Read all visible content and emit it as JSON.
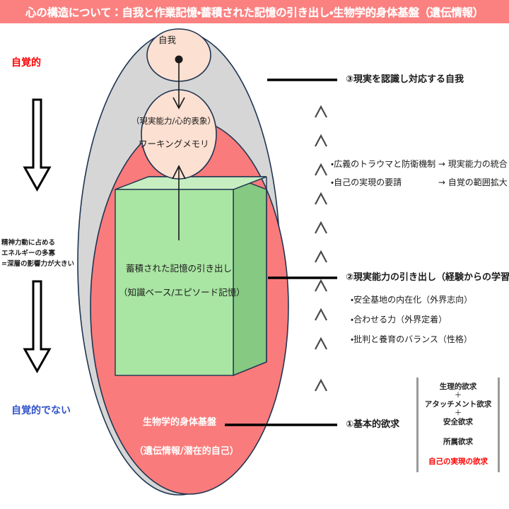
{
  "title": {
    "text": "心の構造について：自我と作業記憶・蓄積された記憶の引き出し・生物学的身体基盤（遺伝情報）",
    "bg_color": "#FB8080",
    "text_color": "#FFFFFF"
  },
  "left_axis": {
    "top_label": "自覚的",
    "top_label_color": "#FF0000",
    "bottom_label": "自覚的でない",
    "bottom_label_color": "#3355CC",
    "energy_note": "精神力動に占める\nエネルギーの多寡\n=深層の影響力が大きい",
    "energy_lines": [
      "精神力動に占める",
      "エネルギーの多寡",
      "=深層の影響力が大きい"
    ],
    "arrow_icon": "hollow-down-arrow"
  },
  "diagram": {
    "outer_ellipse_color": "#D6D6D6",
    "id_ellipse_color": "#FA7B7B",
    "ego_ellipse_color": "#FCE0D2",
    "memory_cube_front_color": "#A9E5A3",
    "memory_cube_top_color": "#C6EEC1",
    "memory_cube_side_color": "#86C983",
    "stroke_color": "#1F3552",
    "ego": {
      "label": "自我",
      "node_icon": "filled-dot"
    },
    "working_memory": {
      "line1": "（現実能力/心的表象）",
      "line2": "ワーキングメモリ"
    },
    "memory_store": {
      "line1": "蓄積された記憶の引き出し",
      "line2": "（知識ベース/エピソード記憶）"
    },
    "biological_base": {
      "line1": "生物学的身体基盤",
      "line2": "（遺伝情報/潜在的自己）"
    }
  },
  "annotations": {
    "chevron_glyph": "∧",
    "chevron_count": 10,
    "item3": {
      "label": "③現実を認識し対応する自我",
      "bullets": [
        "・広義のトラウマと防衛機制 → 現実能力の統合",
        "・自己の実現の要請　　　　 → 自覚の範囲拡大"
      ],
      "bullet1": "・広義のトラウマと防衛機制 → 現実能力の統合",
      "bullet2": "・自己の実現の要請　　　　 → 自覚の範囲拡大"
    },
    "item2": {
      "label": "②現実能力の引き出し（経験からの学習）",
      "bullet1": "・安全基地の内在化（外界志向）",
      "bullet2": "・合わせる力（外界定着）",
      "bullet3": "・批判と養育のバランス（性格）"
    },
    "item1": {
      "label": "①基本的欲求"
    }
  },
  "needs_box": {
    "group1": {
      "line1": "生理的欲求",
      "plus1": "＋",
      "line2": "アタッチメント欲求",
      "plus2": "＋",
      "line3": "安全欲求"
    },
    "group2": {
      "line1": "所属欲求"
    },
    "group3": {
      "line1": "自己の実現の欲求",
      "color": "#FF0000"
    }
  }
}
